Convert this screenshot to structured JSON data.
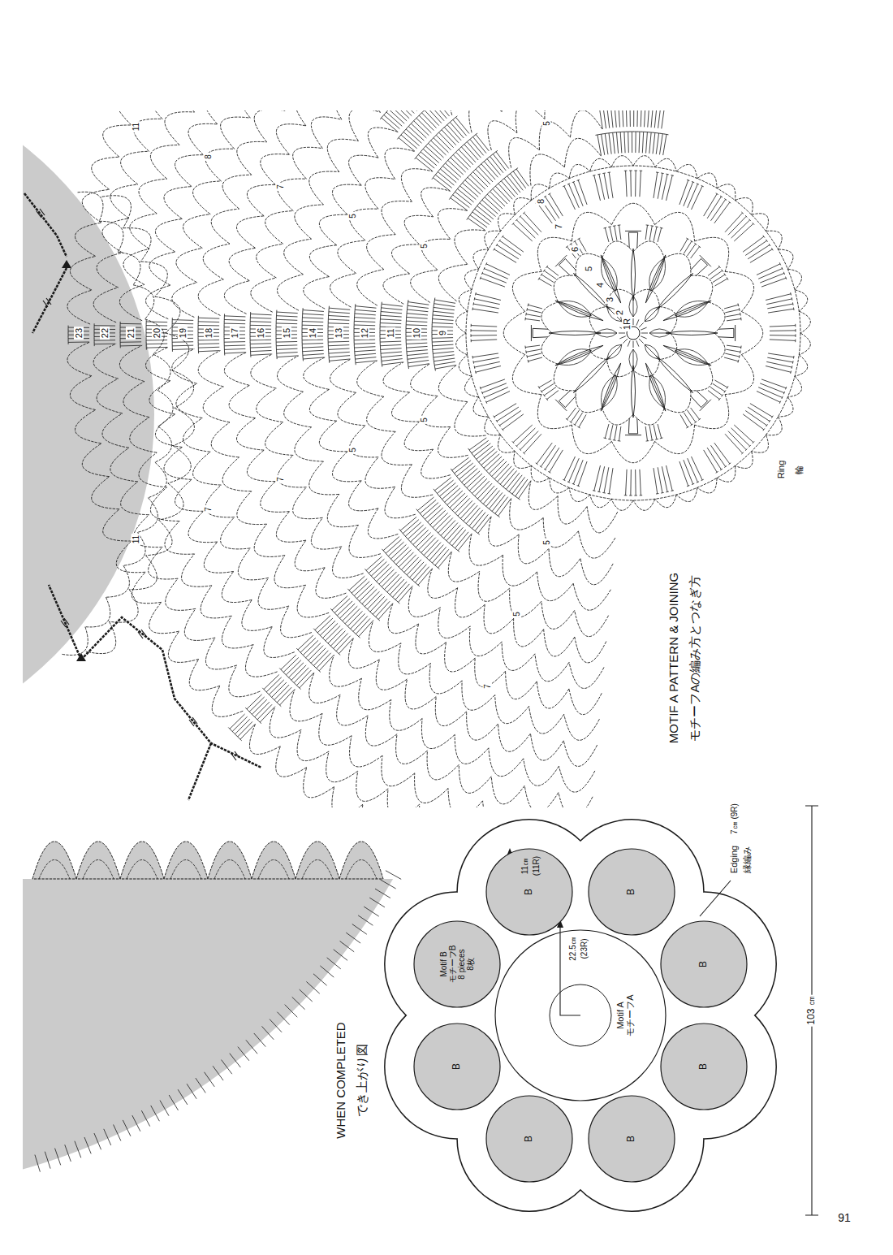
{
  "diagram": {
    "nodes": [
      {
        "text": [
          "Motif A",
          "モチーフA"
        ]
      },
      {
        "text": [
          "Motif B",
          "モチーフB",
          "8 pieces",
          "8枚"
        ]
      },
      {
        "text": [
          "B"
        ]
      },
      {
        "text": [
          "B"
        ]
      },
      {
        "text": [
          "B"
        ]
      },
      {
        "text": [
          "B"
        ]
      },
      {
        "text": [
          "B"
        ]
      },
      {
        "text": [
          "B"
        ]
      },
      {
        "text": [
          "B"
        ]
      }
    ],
    "labels": [
      "MOTIF A PATTERN & JOINING",
      "モチーフAの編み方とつなぎ方",
      "Ring",
      "輪",
      "WHEN COMPLETED",
      "でき上がり図",
      "22.5㎝",
      "(23R)",
      "11㎝",
      "(11R)",
      "Edging",
      "縁編み",
      "7㎝ (9R)",
      "103 ㎝",
      "91",
      "1R",
      "2",
      "3",
      "4",
      "5",
      "6",
      "7",
      "8",
      "9",
      "10",
      "11",
      "12",
      "13",
      "14",
      "15",
      "16",
      "17",
      "18",
      "19",
      "20",
      "21",
      "22",
      "23",
      "5",
      "5",
      "7",
      "7",
      "11",
      "5",
      "5",
      "7",
      "8",
      "11",
      "5",
      "5",
      "7",
      "5"
    ]
  }
}
